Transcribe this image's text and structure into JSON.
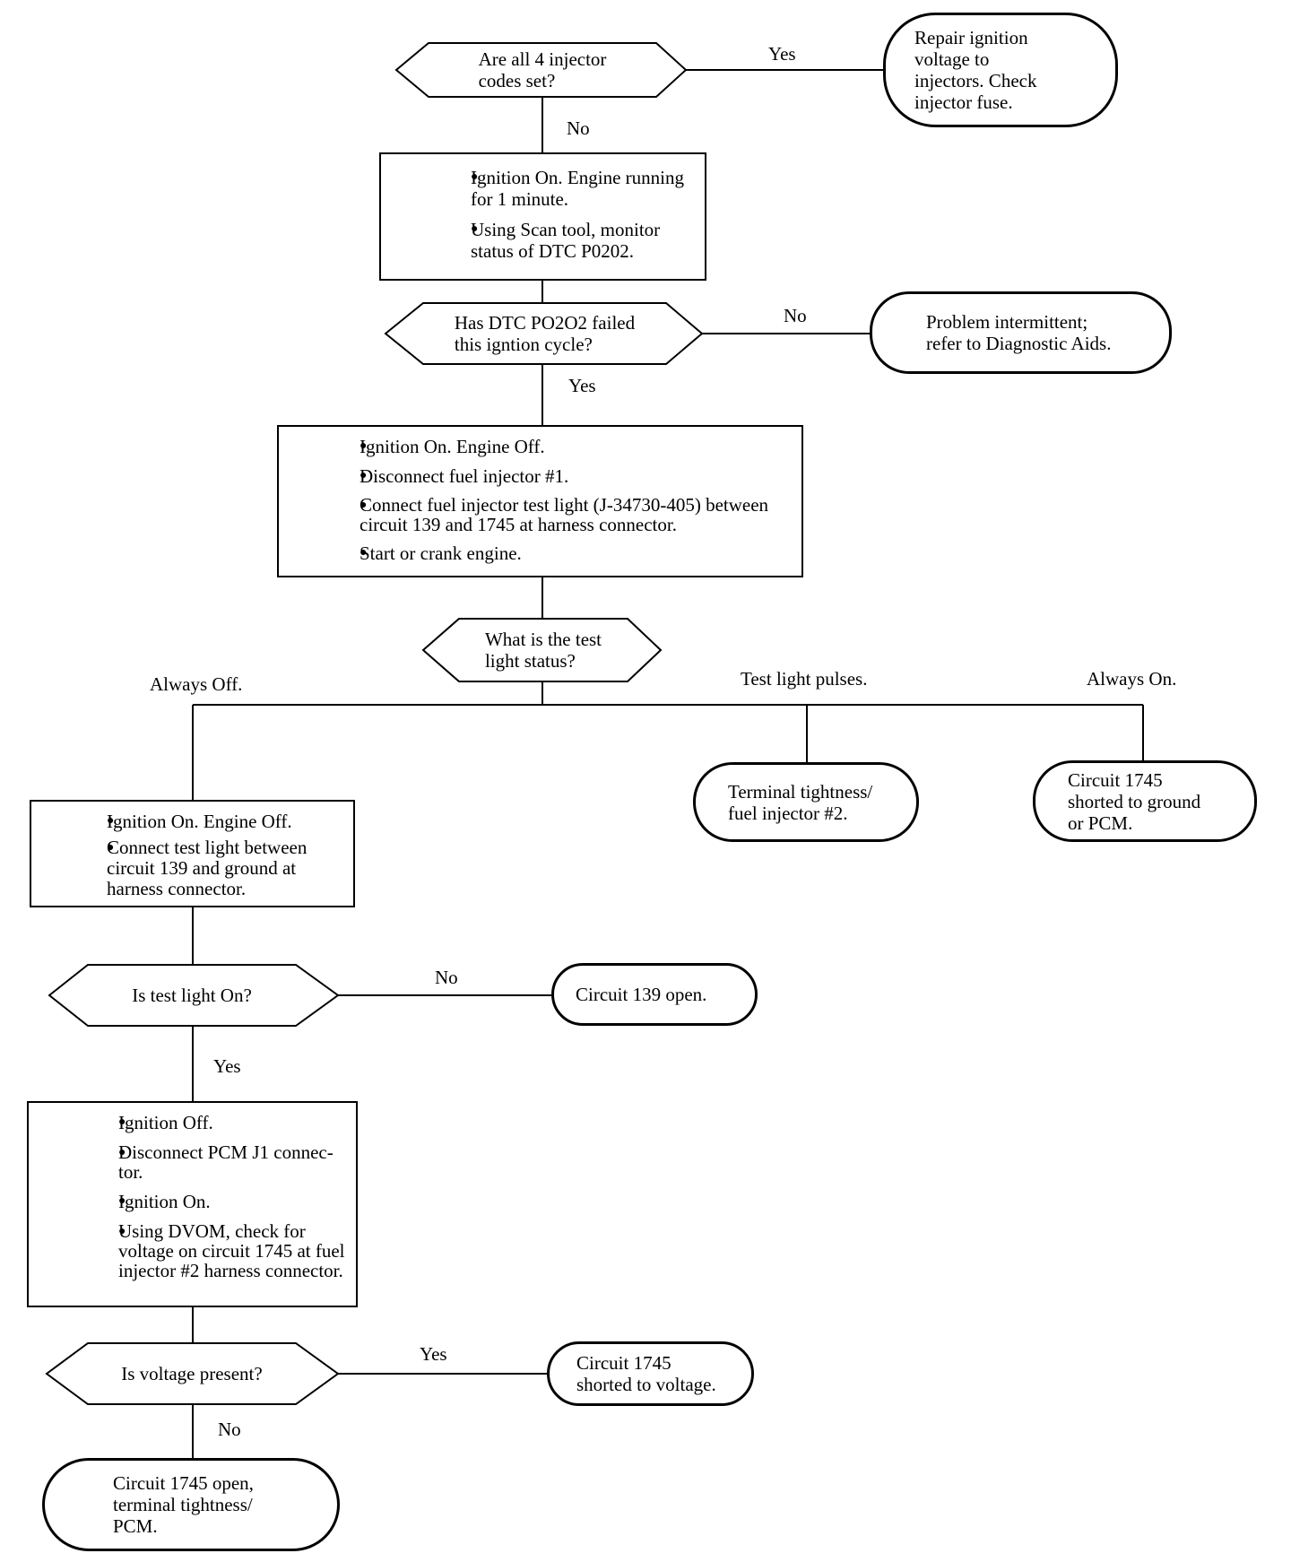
{
  "decisions": {
    "d1": "Are all 4 injector\ncodes set?",
    "d2": "Has DTC PO2O2 failed\nthis igntion cycle?",
    "d3": "What is the test\nlight status?",
    "d4": "Is test light On?",
    "d5": "Is voltage present?"
  },
  "steps": {
    "s1": [
      "Ignition On. Engine running for 1 minute.",
      "Using Scan tool, monitor status of DTC P0202."
    ],
    "s2": [
      "Ignition On. Engine Off.",
      "Disconnect fuel injector #1.",
      "Connect fuel injector test light (J-34730-405) between circuit 139 and 1745 at harness connector.",
      "Start or crank engine."
    ],
    "s3": [
      "Ignition On. Engine Off.",
      "Connect test light between circuit 139 and ground at harness connector."
    ],
    "s4": [
      "Ignition Off.",
      "Disconnect PCM J1 connec-tor.",
      "Ignition On.",
      "Using DVOM, check for voltage on circuit 1745 at fuel injector #2 harness connector."
    ]
  },
  "results": {
    "r1": "Repair ignition\nvoltage to\ninjectors. Check\ninjector fuse.",
    "r2": "Problem intermittent;\nrefer to Diagnostic Aids.",
    "r3": "Terminal tightness/\nfuel injector #2.",
    "r4": "Circuit 1745\nshorted to ground\nor PCM.",
    "r5": "Circuit 139 open.",
    "r6": "Circuit 1745\nshorted to voltage.",
    "r7": "Circuit 1745 open,\nterminal tightness/\nPCM."
  },
  "labels": {
    "d1_yes": "Yes",
    "d1_no": "No",
    "d2_no": "No",
    "d2_yes": "Yes",
    "d3_off": "Always Off.",
    "d3_pulse": "Test light pulses.",
    "d3_on": "Always On.",
    "d4_no": "No",
    "d4_yes": "Yes",
    "d5_yes": "Yes",
    "d5_no": "No"
  }
}
